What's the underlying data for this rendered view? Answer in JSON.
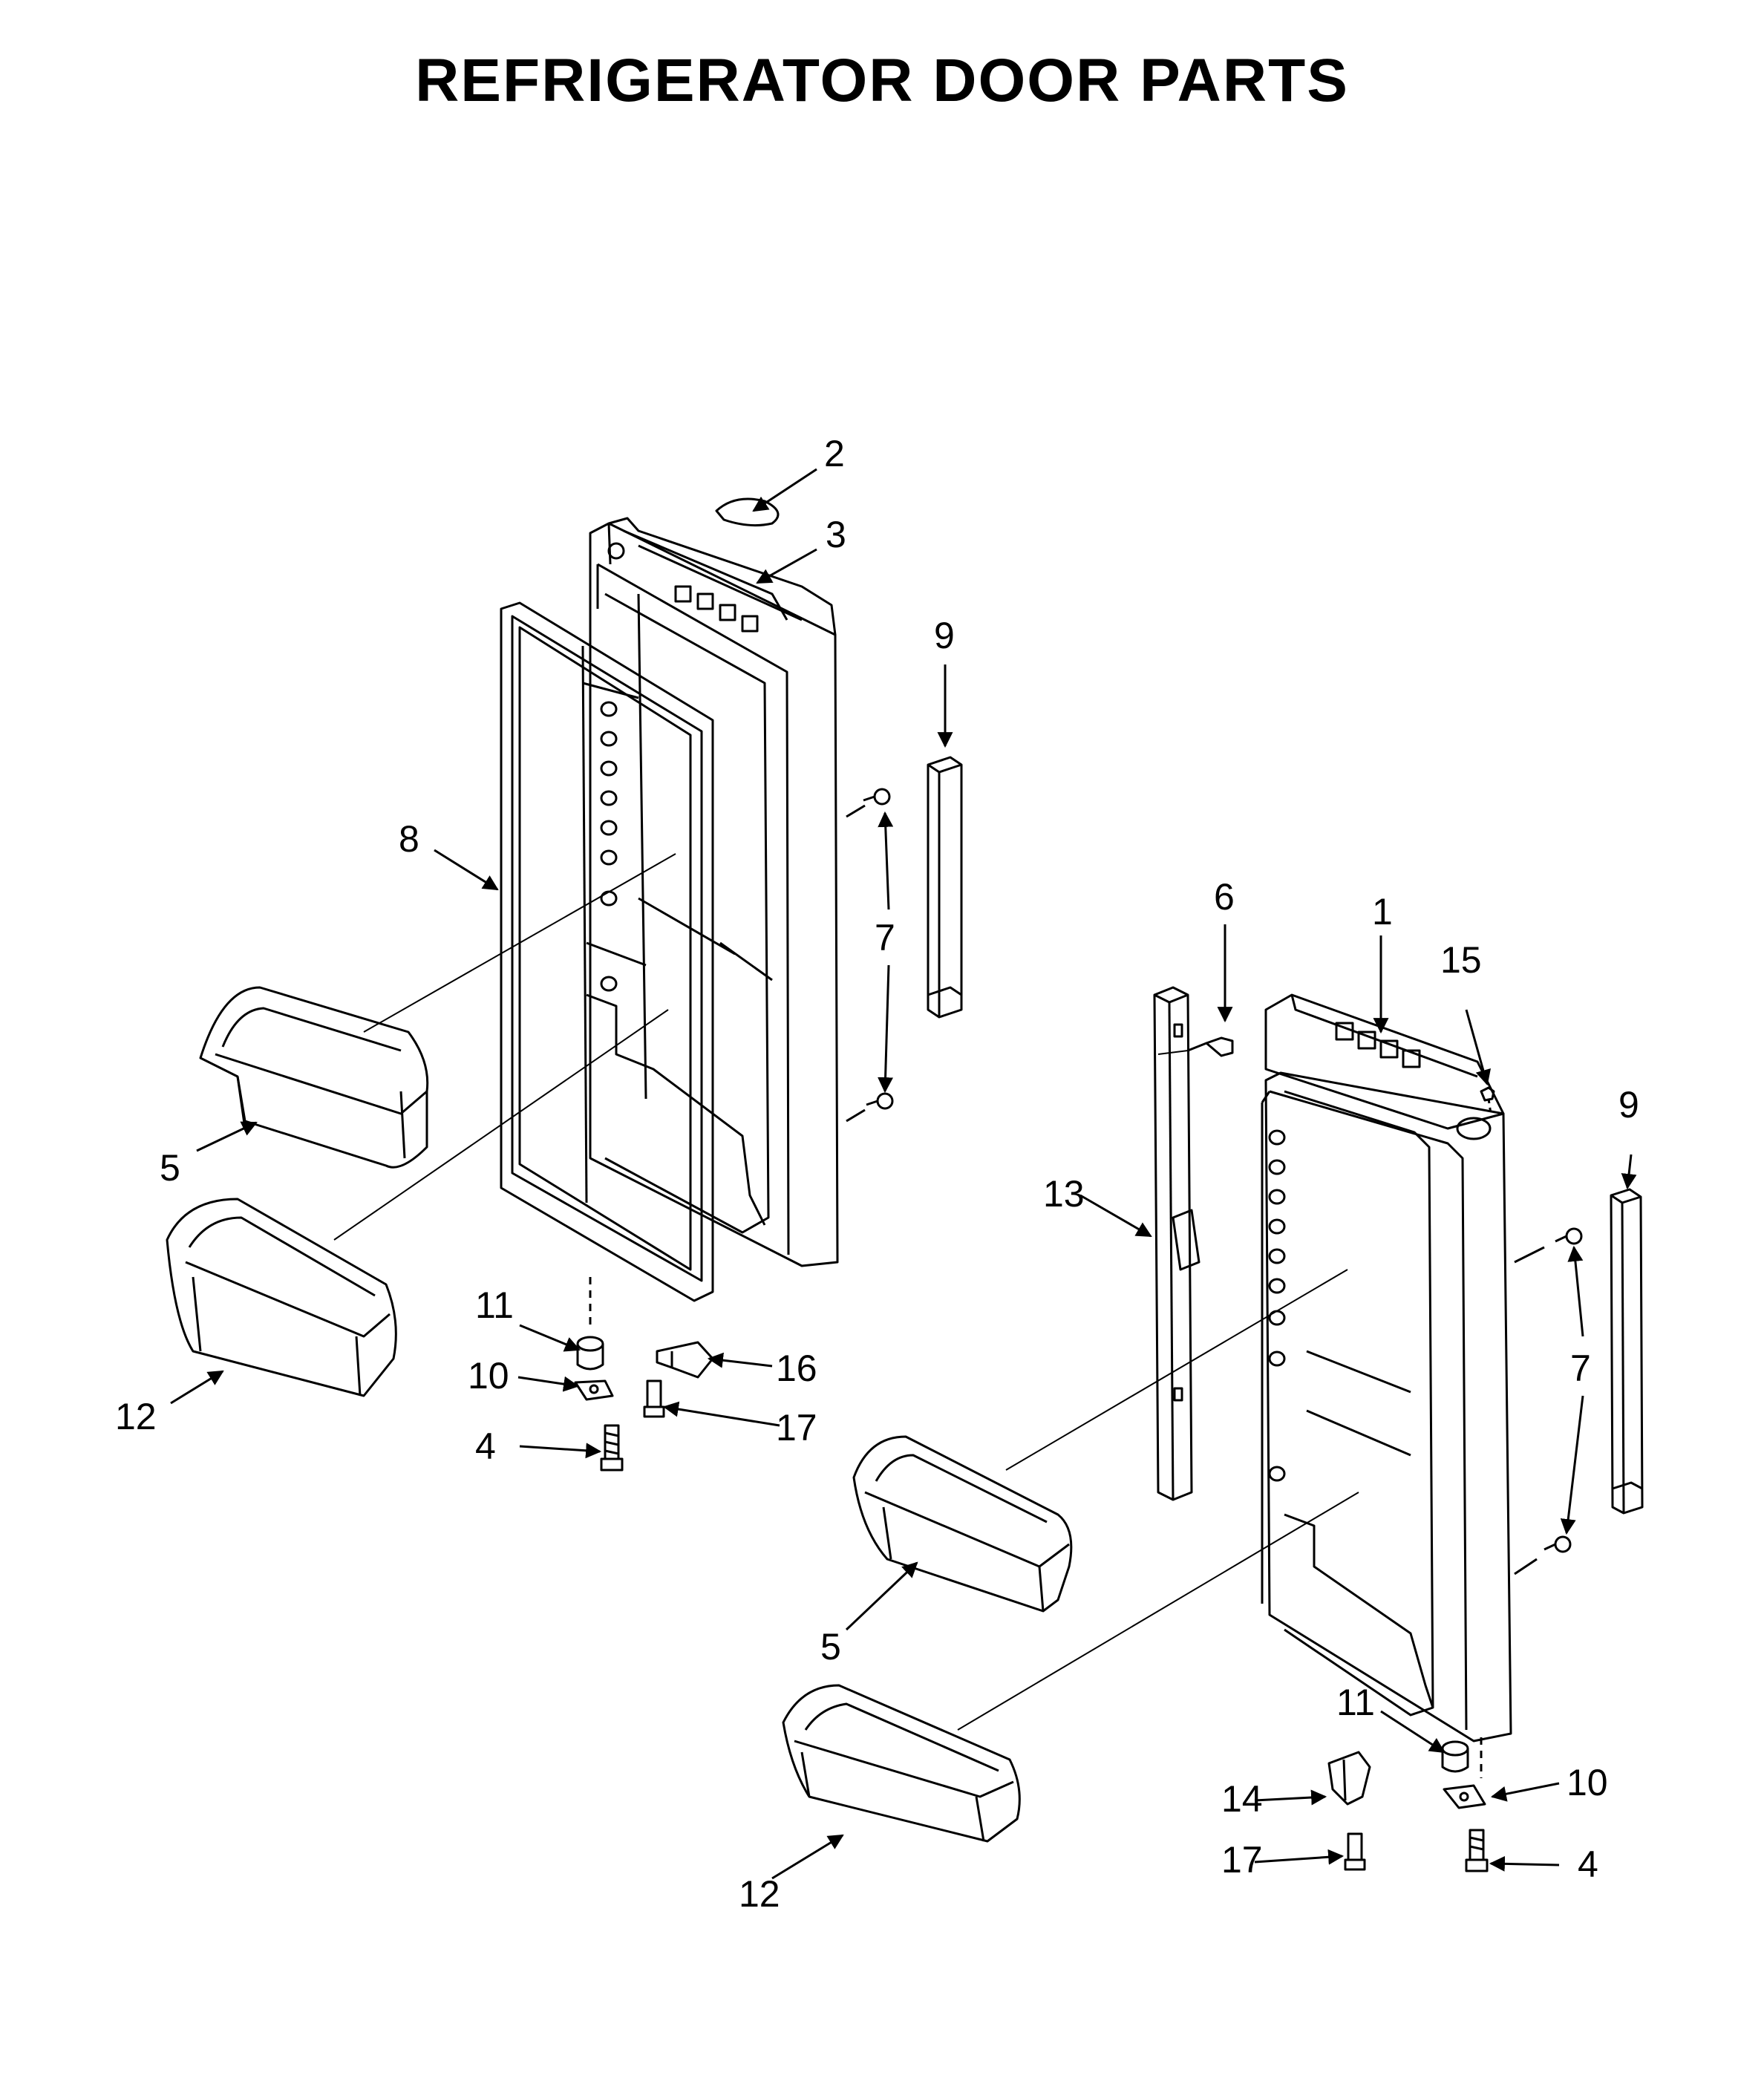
{
  "title": "REFRIGERATOR DOOR PARTS",
  "callouts": [
    {
      "id": "lbl-2",
      "text": "2"
    },
    {
      "id": "lbl-3",
      "text": "3"
    },
    {
      "id": "lbl-9a",
      "text": "9"
    },
    {
      "id": "lbl-8",
      "text": "8"
    },
    {
      "id": "lbl-7a",
      "text": "7"
    },
    {
      "id": "lbl-5a",
      "text": "5"
    },
    {
      "id": "lbl-12a",
      "text": "12"
    },
    {
      "id": "lbl-11a",
      "text": "11"
    },
    {
      "id": "lbl-10a",
      "text": "10"
    },
    {
      "id": "lbl-4a",
      "text": "4"
    },
    {
      "id": "lbl-16",
      "text": "16"
    },
    {
      "id": "lbl-17a",
      "text": "17"
    },
    {
      "id": "lbl-6",
      "text": "6"
    },
    {
      "id": "lbl-1",
      "text": "1"
    },
    {
      "id": "lbl-15",
      "text": "15"
    },
    {
      "id": "lbl-9b",
      "text": "9"
    },
    {
      "id": "lbl-13",
      "text": "13"
    },
    {
      "id": "lbl-7b",
      "text": "7"
    },
    {
      "id": "lbl-5b",
      "text": "5"
    },
    {
      "id": "lbl-12b",
      "text": "12"
    },
    {
      "id": "lbl-11b",
      "text": "11"
    },
    {
      "id": "lbl-14",
      "text": "14"
    },
    {
      "id": "lbl-10b",
      "text": "10"
    },
    {
      "id": "lbl-17b",
      "text": "17"
    },
    {
      "id": "lbl-4b",
      "text": "4"
    }
  ]
}
